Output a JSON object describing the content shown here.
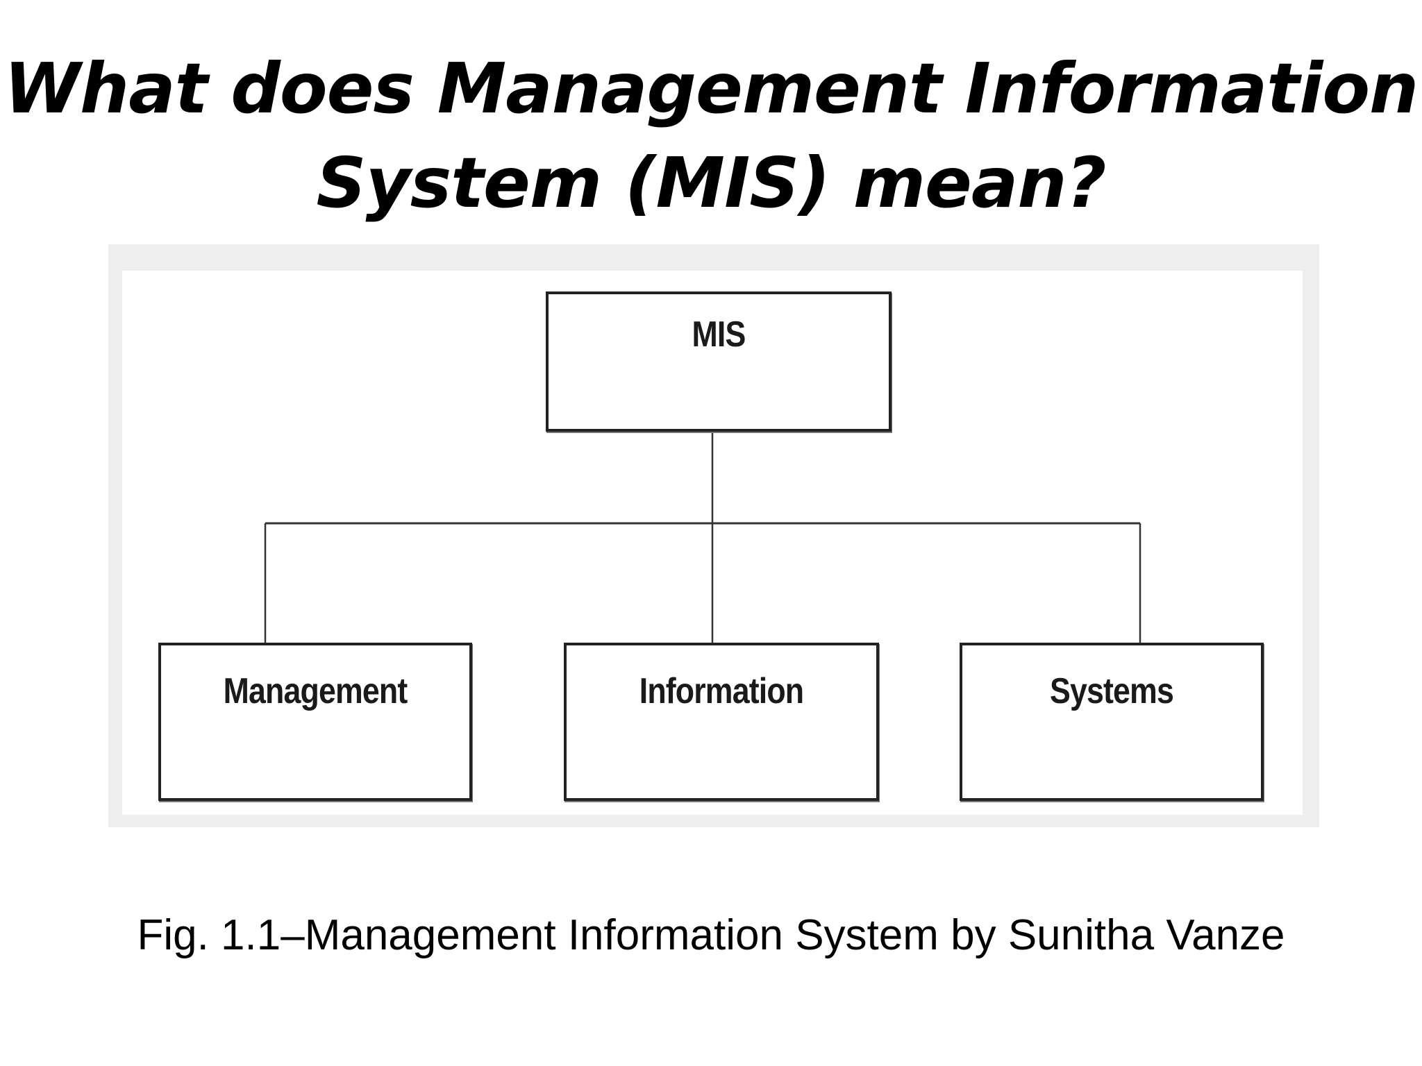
{
  "slide": {
    "title_line1": "What does Management Information",
    "title_line2": "System (MIS) mean?",
    "caption": "Fig. 1.1–Management Information System by Sunitha Vanze"
  },
  "diagram": {
    "root": {
      "label": "MIS"
    },
    "children": [
      {
        "label": "Management"
      },
      {
        "label": "Information"
      },
      {
        "label": "Systems"
      }
    ]
  }
}
